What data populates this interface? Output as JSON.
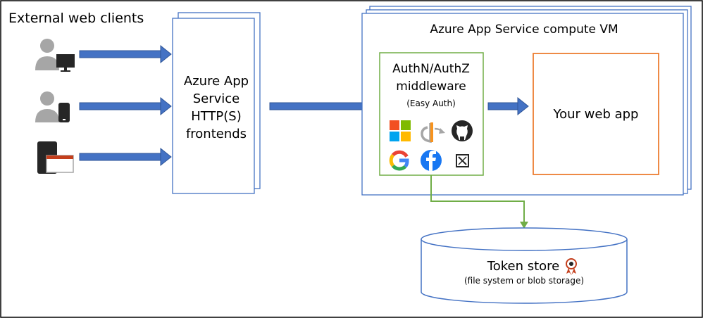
{
  "header": {
    "text": "External web clients"
  },
  "frontends": {
    "lines": [
      "Azure App",
      "Service",
      "HTTP(S)",
      "frontends"
    ]
  },
  "compute_vm": {
    "title": "Azure App Service compute VM"
  },
  "middleware": {
    "line1": "AuthN/AuthZ",
    "line2": "middleware",
    "subtitle": "(Easy Auth)"
  },
  "providers": [
    "microsoft",
    "openid",
    "github",
    "google",
    "facebook",
    "x"
  ],
  "web_app": {
    "label": "Your web app"
  },
  "token_store": {
    "title": "Token store",
    "subtitle": "(file system or blob storage)"
  },
  "colors": {
    "arrow_blue": "#4472c4",
    "arrow_dark": "#2f5597",
    "box_blue": "#4472c4",
    "middleware_green": "#70ad47",
    "webapp_orange": "#ed7d31",
    "icon_grey": "#a6a6a6",
    "icon_dark": "#262626",
    "accent_red": "#c43e1c"
  }
}
